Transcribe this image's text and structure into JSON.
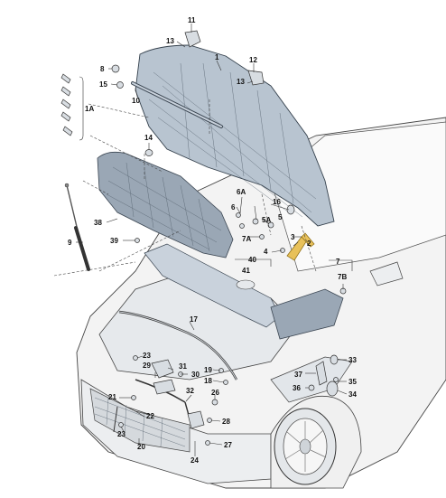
{
  "callouts": {
    "c1": "1",
    "c1A": "1A",
    "c2": "2",
    "c3": "3",
    "c4": "4",
    "c5": "5",
    "c5A": "5A",
    "c6": "6",
    "c6A": "6A",
    "c7": "7",
    "c7A": "7A",
    "c7B": "7B",
    "c8": "8",
    "c9": "9",
    "c10": "10",
    "c11": "11",
    "c12": "12",
    "c13a": "13",
    "c13b": "13",
    "c14": "14",
    "c15": "15",
    "c16": "16",
    "c17": "17",
    "c18": "18",
    "c19": "19",
    "c20": "20",
    "c21": "21",
    "c22": "22",
    "c23a": "23",
    "c23b": "23",
    "c24": "24",
    "c26": "26",
    "c27": "27",
    "c28": "28",
    "c29": "29",
    "c30": "30",
    "c31": "31",
    "c32": "32",
    "c33": "33",
    "c34": "34",
    "c35": "35",
    "c36": "36",
    "c37": "37",
    "c38": "38",
    "c39": "39",
    "c40": "40",
    "c41": "41"
  },
  "colors": {
    "hood": "#b8c4d0",
    "insulation": "#9aa7b5",
    "highlight_part": "#e8c15a",
    "car_body": "#f3f3f3",
    "outline": "#333333"
  }
}
